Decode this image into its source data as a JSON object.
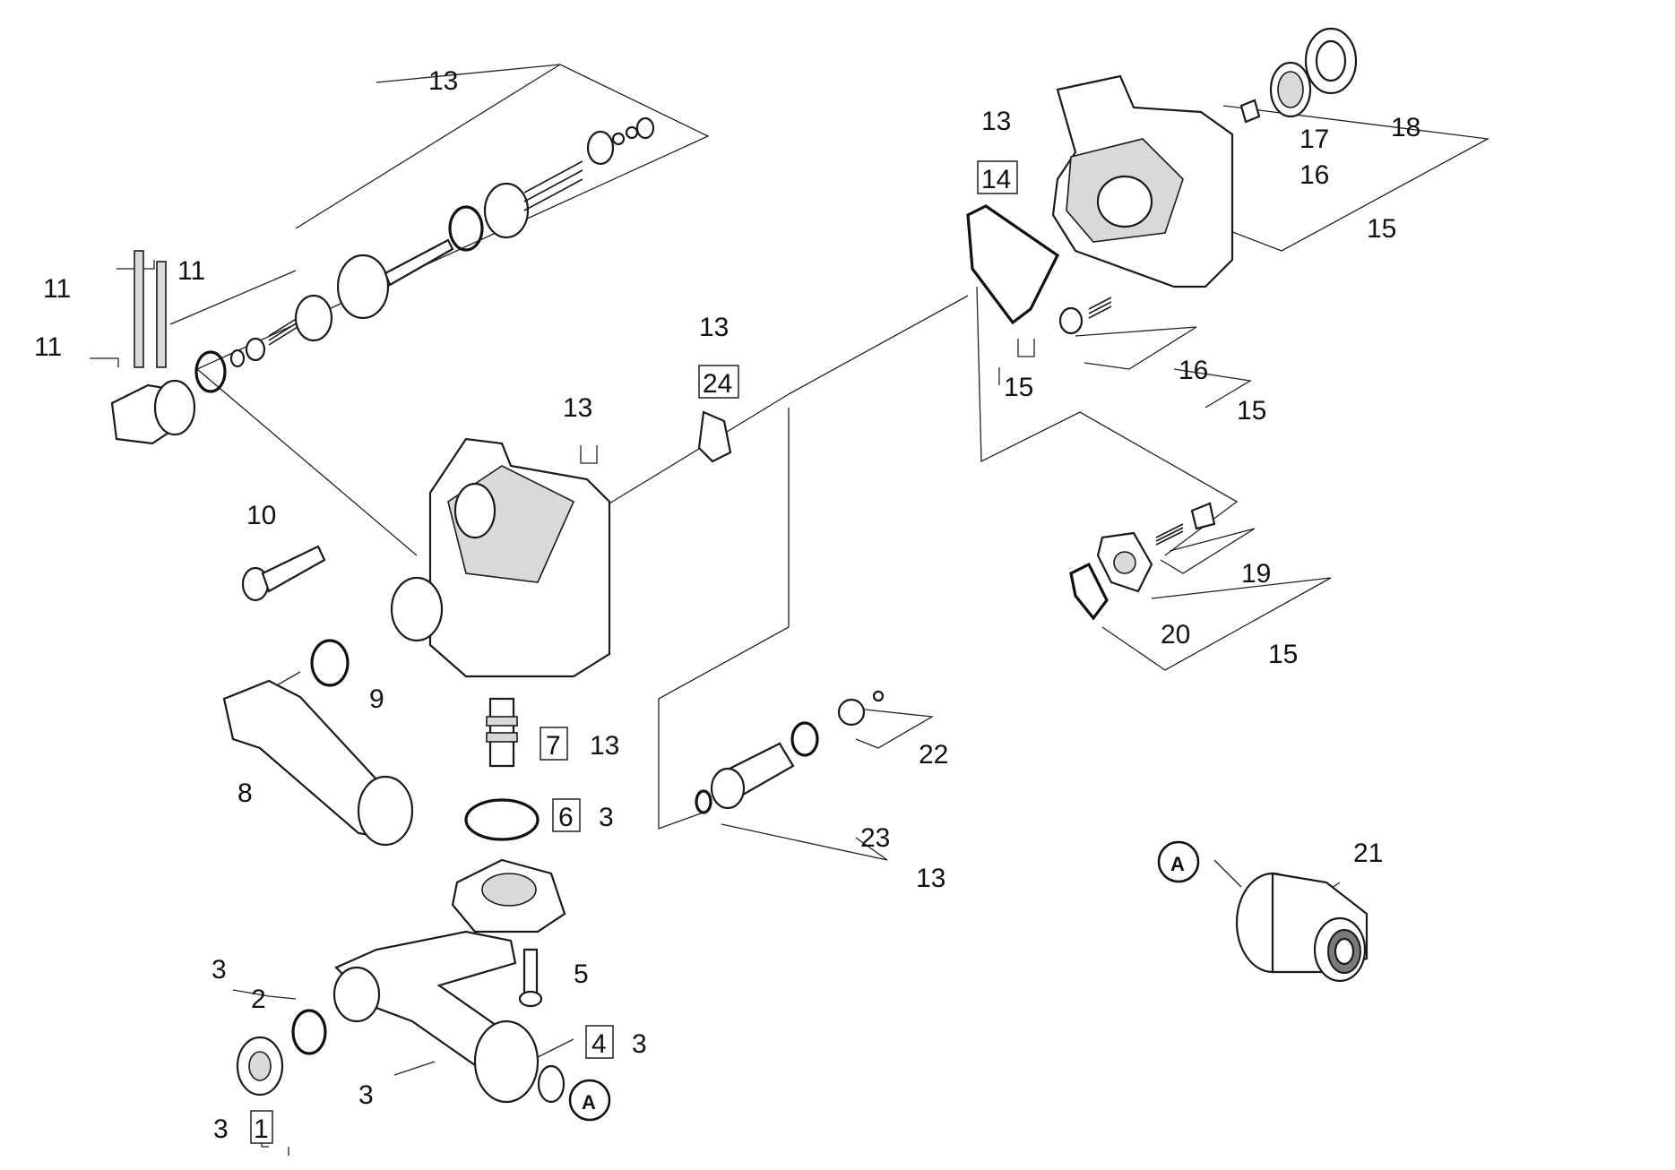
{
  "labels": {
    "l13_top": "13",
    "l11_a": "11",
    "l11_b": "11",
    "l11_c": "11",
    "l13_right_top": "13",
    "l14": "14",
    "l15_a": "15",
    "l17": "17",
    "l18": "18",
    "l16_a": "16",
    "l15_b": "15",
    "l16_b": "16",
    "l15_c": "15",
    "l13_mid": "13",
    "l24": "24",
    "l13_housing": "13",
    "l10": "10",
    "l9": "9",
    "l8": "8",
    "l7": "7",
    "l13_7": "13",
    "l6": "6",
    "l3_6": "3",
    "l19": "19",
    "l20": "20",
    "l15_d": "15",
    "l22": "22",
    "l23": "23",
    "l13_23": "13",
    "l21": "21",
    "lA_right": "A",
    "l3_a": "3",
    "l2": "2",
    "l5": "5",
    "l4": "4",
    "l3_4": "3",
    "l3_b": "3",
    "l3_c": "3",
    "l1": "1",
    "lA_bottom": "A"
  }
}
